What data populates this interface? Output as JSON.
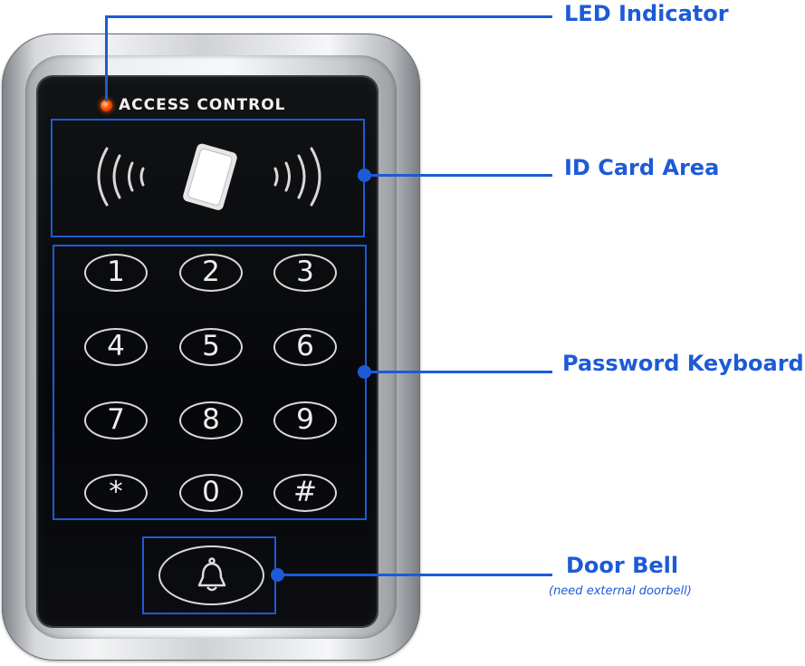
{
  "panel": {
    "title": "ACCESS CONTROL"
  },
  "keypad": {
    "keys": [
      "1",
      "2",
      "3",
      "4",
      "5",
      "6",
      "7",
      "8",
      "9",
      "*",
      "0",
      "#"
    ]
  },
  "callouts": {
    "led": "LED Indicator",
    "card": "ID Card Area",
    "keyboard": "Password Keyboard",
    "bell": "Door Bell",
    "bell_note": "(need external doorbell)"
  },
  "icons": {
    "card": "rfid-card-icon",
    "bell": "bell-icon",
    "led": "led-light"
  },
  "colors": {
    "callout": "#1d5bd6",
    "led": "#ff5a00",
    "panel": "#0a0b0e"
  }
}
